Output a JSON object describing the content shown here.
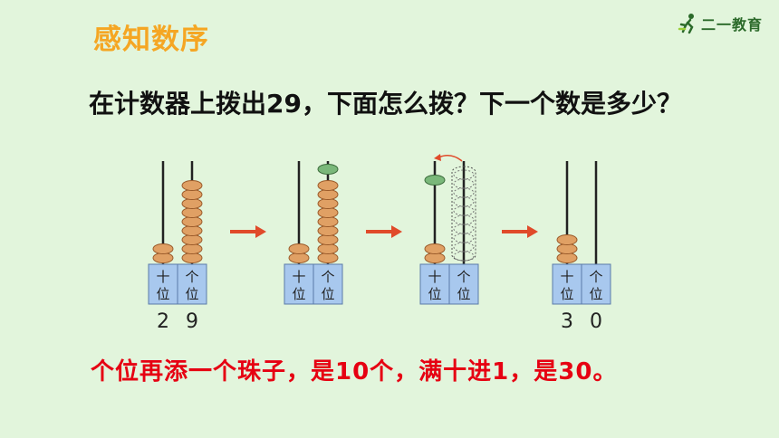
{
  "title": "感知数序",
  "logo": {
    "text": "二一教育"
  },
  "question": "在计数器上拨出29，下面怎么拨？下一个数是多少？",
  "abacus": {
    "place_labels": {
      "tens": "十位",
      "ones": "个位"
    },
    "steps": [
      {
        "tens_beads": 2,
        "ones_beads": 9
      },
      {
        "tens_beads": 2,
        "ones_beads": 10
      },
      {
        "tens_beads": 3,
        "ones_beads": 0
      },
      {
        "tens_beads": 3,
        "ones_beads": 0
      }
    ],
    "start_digits": {
      "tens": "2",
      "ones": "9"
    },
    "end_digits": {
      "tens": "3",
      "ones": "0"
    }
  },
  "answer": "个位再添一个珠子，是10个，满十进1，是30。",
  "colors": {
    "title": "#f5a623",
    "answer": "#e60012",
    "bead": "#e0a064",
    "green_bead": "#7ab87a",
    "arrow": "#e04a2a",
    "label_box": "#a8c8ee"
  }
}
